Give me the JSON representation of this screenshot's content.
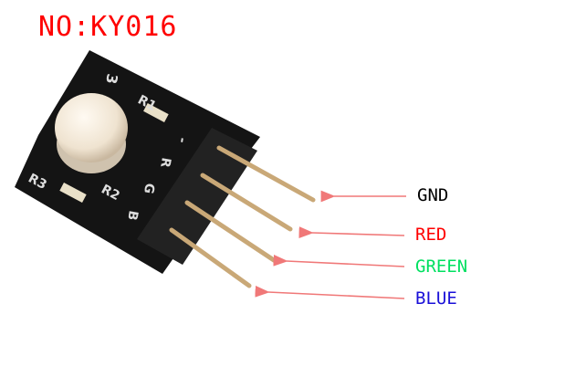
{
  "title": "NO:KY016",
  "board_silkscreen": {
    "pin1": "3",
    "r1": "R1",
    "r2": "R2",
    "r3": "R3",
    "minus": "-",
    "r": "R",
    "g": "G",
    "b": "B"
  },
  "pins": [
    {
      "label": "GND",
      "color": "#000000"
    },
    {
      "label": "RED",
      "color": "#ff0000"
    },
    {
      "label": "GREEN",
      "color": "#00e060"
    },
    {
      "label": "BLUE",
      "color": "#1a10d8"
    }
  ],
  "colors": {
    "title": "#ff0000",
    "arrow": "#f07878",
    "board": "#111111",
    "pin": "#c9a877"
  }
}
